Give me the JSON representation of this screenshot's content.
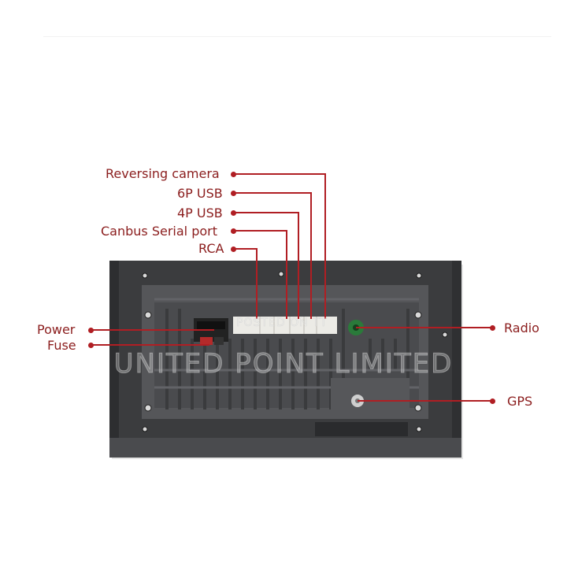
{
  "labels": {
    "reversing_camera": "Reversing camera",
    "usb_6p": "6P USB",
    "usb_4p": "4P USB",
    "canbus": "Canbus Serial port",
    "rca": "RCA",
    "power": "Power",
    "fuse": "Fuse",
    "radio": "Radio",
    "gps": "GPS"
  },
  "watermark": {
    "main": "UNITED POINT LIMITED",
    "small": "POSTED ON TT"
  },
  "colors": {
    "label_text": "#8b1d1d",
    "leader_line": "#b01e23",
    "chassis": "#3a3b3d"
  }
}
